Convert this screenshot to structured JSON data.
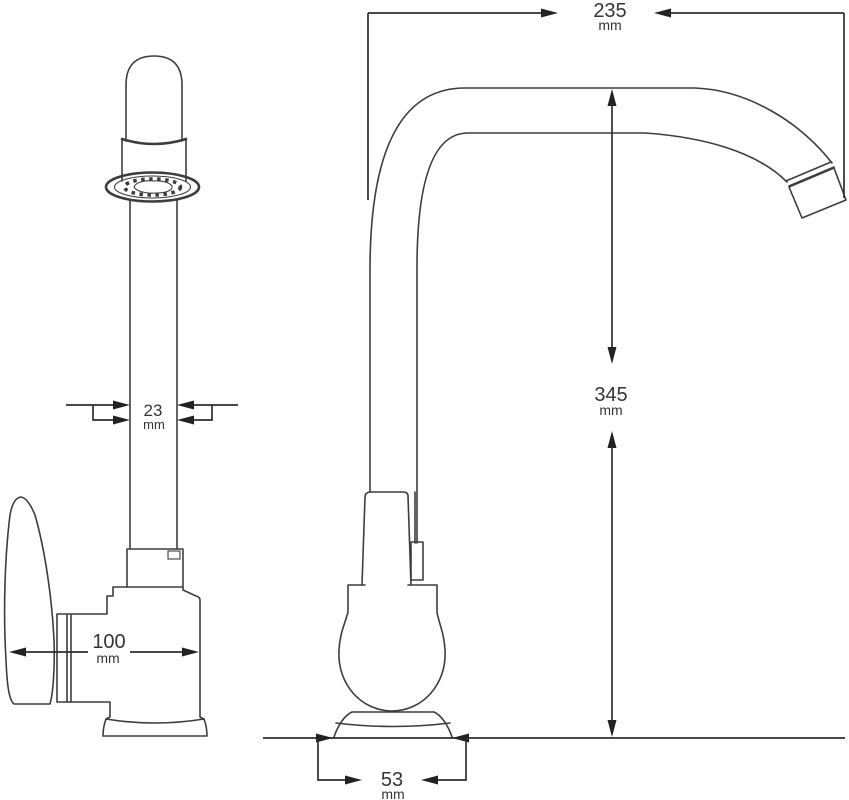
{
  "diagram": {
    "type": "technical-drawing",
    "subject": "kitchen faucet, two orthographic views with dimensions",
    "line_color": "#3d3d3d",
    "background_color": "#ffffff",
    "dimensions": {
      "spout_reach": {
        "value": "235",
        "unit": "mm"
      },
      "spout_height": {
        "value": "345",
        "unit": "mm"
      },
      "pipe_width": {
        "value": "23",
        "unit": "mm"
      },
      "body_length": {
        "value": "100",
        "unit": "mm"
      },
      "base_width": {
        "value": "53",
        "unit": "mm"
      }
    }
  }
}
